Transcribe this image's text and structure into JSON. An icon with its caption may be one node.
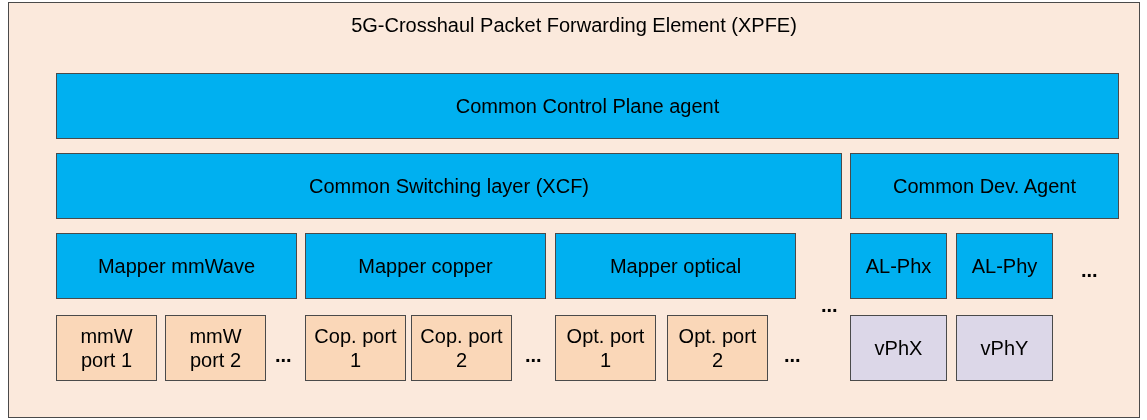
{
  "diagram": {
    "nodes": [
      {
        "text": [
          "5G-Crosshaul Packet Forwarding Element (XPFE)"
        ]
      },
      {
        "text": [
          "Common Control Plane agent"
        ],
        "in": 0
      },
      {
        "text": [
          "Common Switching layer (XCF)"
        ],
        "in": 0
      },
      {
        "text": [
          "Common Dev. Agent"
        ],
        "in": 0
      },
      {
        "text": [
          "Mapper mmWave"
        ],
        "in": 0
      },
      {
        "text": [
          "Mapper copper"
        ],
        "in": 0
      },
      {
        "text": [
          "Mapper optical"
        ],
        "in": 0
      },
      {
        "text": [
          "AL-Phx"
        ],
        "in": 0
      },
      {
        "text": [
          "AL-Phy"
        ],
        "in": 0
      },
      {
        "text": [
          "mmW port 1"
        ],
        "in": 0
      },
      {
        "text": [
          "mmW port 2"
        ],
        "in": 0
      },
      {
        "text": [
          "Cop. port 1"
        ],
        "in": 0
      },
      {
        "text": [
          "Cop. port 2"
        ],
        "in": 0
      },
      {
        "text": [
          "Opt. port 1"
        ],
        "in": 0
      },
      {
        "text": [
          "Opt. port 2"
        ],
        "in": 0
      },
      {
        "text": [
          "vPhX"
        ],
        "in": 0
      },
      {
        "text": [
          "vPhY"
        ],
        "in": 0
      }
    ],
    "labels": [
      "...",
      "...",
      "...",
      "...",
      "..."
    ]
  }
}
